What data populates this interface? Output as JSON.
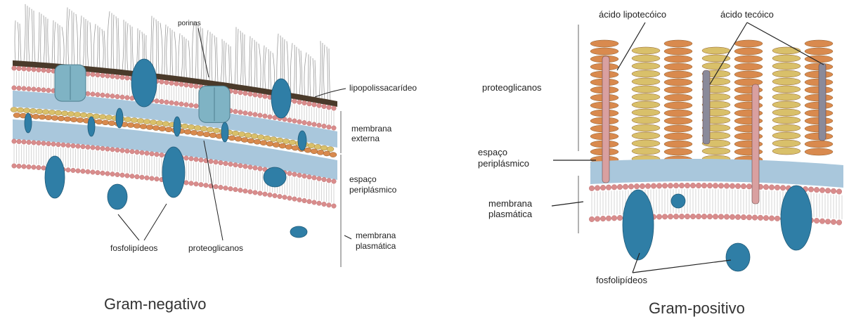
{
  "left_panel": {
    "caption": "Gram-negativo",
    "labels": {
      "porins": "porinas",
      "lps": "lipopolissacarídeo",
      "outer_membrane_1": "membrana",
      "outer_membrane_2": "externa",
      "periplasm_1": "espaço",
      "periplasm_2": "periplásmico",
      "plasma_membrane_1": "membrana",
      "plasma_membrane_2": "plasmática",
      "phospholipids": "fosfolipídeos",
      "peptidoglycan": "proteoglicanos"
    }
  },
  "right_panel": {
    "caption": "Gram-positivo",
    "labels": {
      "lipoteichoic": "ácido lipotecóico",
      "teichoic": "ácido tecóico",
      "peptidoglycan": "proteoglicanos",
      "periplasm_1": "espaço",
      "periplasm_2": "periplásmico",
      "plasma_membrane_1": "membrana",
      "plasma_membrane_2": "plasmática",
      "phospholipids": "fosfolipídeos"
    }
  },
  "colors": {
    "protein": "#2f7ea6",
    "porin": "#7fb3c4",
    "lipid_head": "#d98c8c",
    "periplasm": "#a9c7dc",
    "peptidoglycan_orange": "#d98a4e",
    "peptidoglycan_yellow": "#d9c06a",
    "lps_dark": "#4a3a2a"
  }
}
